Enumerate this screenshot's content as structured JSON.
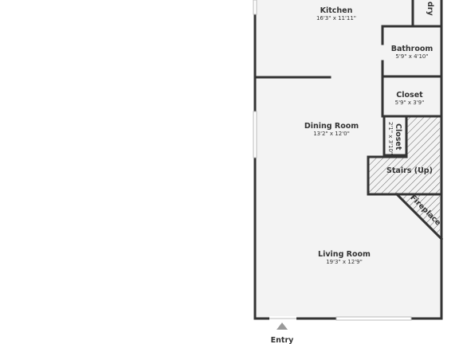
{
  "rooms": {
    "kitchen": {
      "name": "Kitchen",
      "dims": "16'3\" x 11'11\""
    },
    "laundry": {
      "name": "dry"
    },
    "bathroom": {
      "name": "Bathroom",
      "dims": "5'9\" x 4'10\""
    },
    "closet_upper": {
      "name": "Closet",
      "dims": "5'9\" x 3'9\""
    },
    "dining_room": {
      "name": "Dining Room",
      "dims": "13'2\" x 12'0\""
    },
    "closet_small": {
      "name": "Closet",
      "dims": "2'1\" x 3'10\""
    },
    "stairs": {
      "name": "Stairs (Up)"
    },
    "fireplace": {
      "name": "Fireplace"
    },
    "living_room": {
      "name": "Living Room",
      "dims": "19'3\" x 12'9\""
    }
  },
  "entry": {
    "label": "Entry"
  },
  "colors": {
    "wall": "#333333",
    "floor": "#f3f3f3",
    "hatch": "#666666",
    "window": "#bbbbbb",
    "entry_arrow": "#9a9a9a"
  }
}
